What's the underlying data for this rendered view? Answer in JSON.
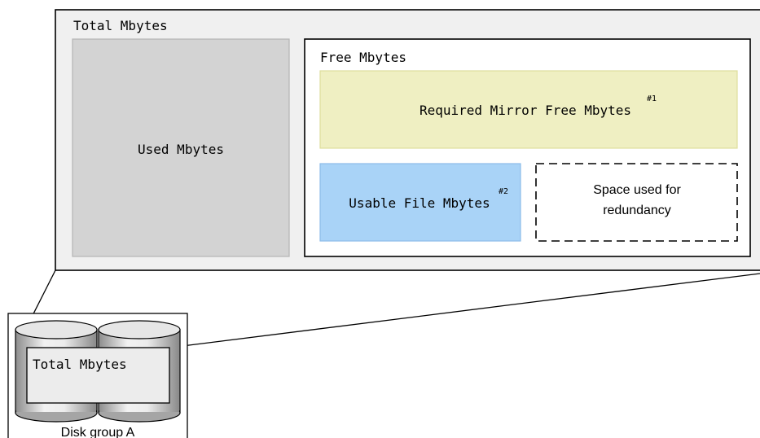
{
  "diagram": {
    "outer_box": {
      "label": "Total Mbytes"
    },
    "used_box": {
      "label": "Used Mbytes"
    },
    "free_box": {
      "label": "Free Mbytes"
    },
    "required_mirror_box": {
      "label": "Required Mirror Free Mbytes",
      "footnote": "#1"
    },
    "usable_file_box": {
      "label": "Usable File Mbytes",
      "footnote": "#2"
    },
    "redundancy_box": {
      "line1": "Space used for",
      "line2": "redundancy"
    },
    "disk_group": {
      "inner_label": "Total Mbytes",
      "caption": "Disk group A"
    }
  },
  "colors": {
    "outer_fill": "#f0f0f0",
    "used_fill": "#d3d3d3",
    "required_mirror_fill": "#efefc2",
    "usable_file_fill": "#a9d3f7",
    "disk_light": "#e8e8e8",
    "disk_dark": "#9a9a9a"
  }
}
